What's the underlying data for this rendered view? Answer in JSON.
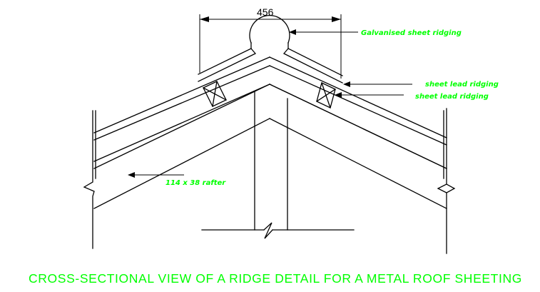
{
  "dimension": {
    "value": "456"
  },
  "labels": {
    "galvanised_ridging": "Galvanised sheet ridging",
    "lead_ridging_upper": "sheet lead ridging",
    "lead_ridging_lower": "sheet lead ridging",
    "rafter": "114 x 38 rafter"
  },
  "title": "CROSS-SECTIONAL VIEW OF A RIDGE DETAIL FOR A METAL ROOF SHEETING",
  "colors": {
    "annotation": "#00ff00",
    "linework": "#000000",
    "background": "#ffffff"
  }
}
